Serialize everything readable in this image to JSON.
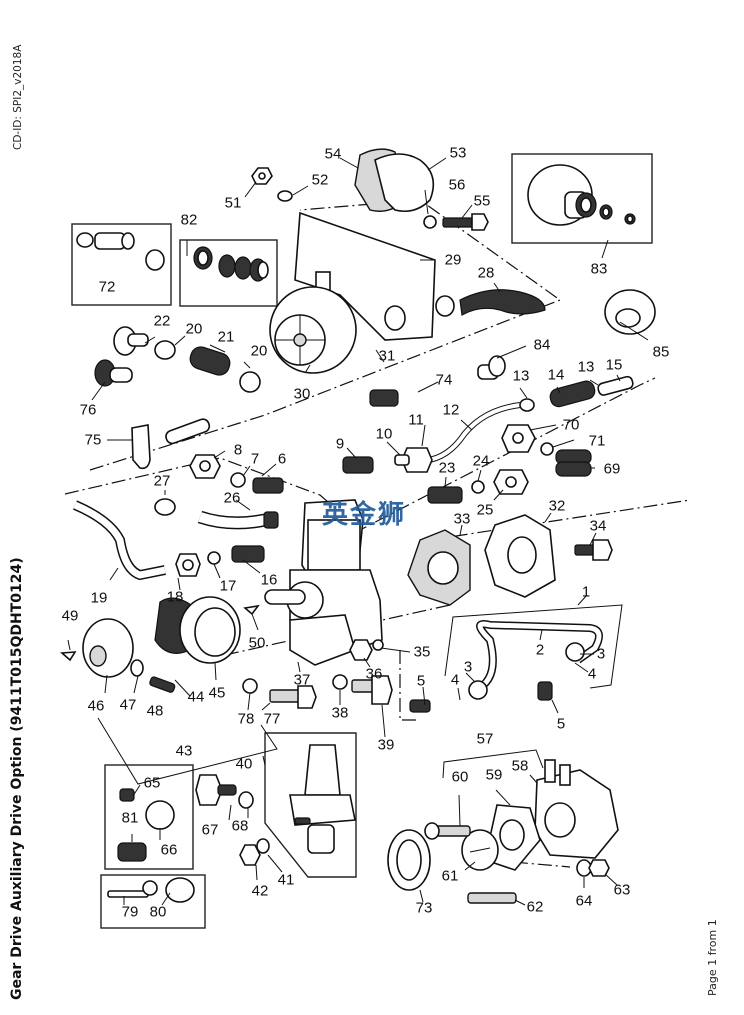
{
  "document": {
    "cd_id": "CD-ID: SPI2_v2018A",
    "title": "Gear Drive Auxiliary Drive Option (9411T015QDHT0124)",
    "page_indicator": "Page 1 from 1",
    "watermark": "英金狮",
    "watermark_color": "#1f5a9a"
  },
  "callouts": [
    {
      "id": "c1",
      "label": "1"
    },
    {
      "id": "c2",
      "label": "2"
    },
    {
      "id": "c3a",
      "label": "3"
    },
    {
      "id": "c3b",
      "label": "3"
    },
    {
      "id": "c4a",
      "label": "4"
    },
    {
      "id": "c4b",
      "label": "4"
    },
    {
      "id": "c5a",
      "label": "5"
    },
    {
      "id": "c5b",
      "label": "5"
    },
    {
      "id": "c6",
      "label": "6"
    },
    {
      "id": "c7",
      "label": "7"
    },
    {
      "id": "c8",
      "label": "8"
    },
    {
      "id": "c9",
      "label": "9"
    },
    {
      "id": "c10",
      "label": "10"
    },
    {
      "id": "c11",
      "label": "11"
    },
    {
      "id": "c12",
      "label": "12"
    },
    {
      "id": "c13a",
      "label": "13"
    },
    {
      "id": "c13b",
      "label": "13"
    },
    {
      "id": "c14",
      "label": "14"
    },
    {
      "id": "c15",
      "label": "15"
    },
    {
      "id": "c16",
      "label": "16"
    },
    {
      "id": "c17",
      "label": "17"
    },
    {
      "id": "c18",
      "label": "18"
    },
    {
      "id": "c19",
      "label": "19"
    },
    {
      "id": "c20a",
      "label": "20"
    },
    {
      "id": "c20b",
      "label": "20"
    },
    {
      "id": "c21",
      "label": "21"
    },
    {
      "id": "c22",
      "label": "22"
    },
    {
      "id": "c23",
      "label": "23"
    },
    {
      "id": "c24",
      "label": "24"
    },
    {
      "id": "c25",
      "label": "25"
    },
    {
      "id": "c26",
      "label": "26"
    },
    {
      "id": "c27",
      "label": "27"
    },
    {
      "id": "c28",
      "label": "28"
    },
    {
      "id": "c29",
      "label": "29"
    },
    {
      "id": "c30",
      "label": "30"
    },
    {
      "id": "c31",
      "label": "31"
    },
    {
      "id": "c32",
      "label": "32"
    },
    {
      "id": "c33",
      "label": "33"
    },
    {
      "id": "c34",
      "label": "34"
    },
    {
      "id": "c35",
      "label": "35"
    },
    {
      "id": "c36",
      "label": "36"
    },
    {
      "id": "c37",
      "label": "37"
    },
    {
      "id": "c38",
      "label": "38"
    },
    {
      "id": "c39",
      "label": "39"
    },
    {
      "id": "c40",
      "label": "40"
    },
    {
      "id": "c41",
      "label": "41"
    },
    {
      "id": "c42",
      "label": "42"
    },
    {
      "id": "c43",
      "label": "43"
    },
    {
      "id": "c44",
      "label": "44"
    },
    {
      "id": "c45",
      "label": "45"
    },
    {
      "id": "c46",
      "label": "46"
    },
    {
      "id": "c47",
      "label": "47"
    },
    {
      "id": "c48",
      "label": "48"
    },
    {
      "id": "c49",
      "label": "49"
    },
    {
      "id": "c50",
      "label": "50"
    },
    {
      "id": "c51",
      "label": "51"
    },
    {
      "id": "c52",
      "label": "52"
    },
    {
      "id": "c53",
      "label": "53"
    },
    {
      "id": "c54",
      "label": "54"
    },
    {
      "id": "c55",
      "label": "55"
    },
    {
      "id": "c56",
      "label": "56"
    },
    {
      "id": "c57",
      "label": "57"
    },
    {
      "id": "c58",
      "label": "58"
    },
    {
      "id": "c59",
      "label": "59"
    },
    {
      "id": "c60",
      "label": "60"
    },
    {
      "id": "c61",
      "label": "61"
    },
    {
      "id": "c62",
      "label": "62"
    },
    {
      "id": "c63",
      "label": "63"
    },
    {
      "id": "c64",
      "label": "64"
    },
    {
      "id": "c65",
      "label": "65"
    },
    {
      "id": "c66",
      "label": "66"
    },
    {
      "id": "c67",
      "label": "67"
    },
    {
      "id": "c68",
      "label": "68"
    },
    {
      "id": "c69",
      "label": "69"
    },
    {
      "id": "c70",
      "label": "70"
    },
    {
      "id": "c71",
      "label": "71"
    },
    {
      "id": "c72",
      "label": "72"
    },
    {
      "id": "c73",
      "label": "73"
    },
    {
      "id": "c74",
      "label": "74"
    },
    {
      "id": "c75",
      "label": "75"
    },
    {
      "id": "c76",
      "label": "76"
    },
    {
      "id": "c77",
      "label": "77"
    },
    {
      "id": "c78",
      "label": "78"
    },
    {
      "id": "c79",
      "label": "79"
    },
    {
      "id": "c80",
      "label": "80"
    },
    {
      "id": "c81",
      "label": "81"
    },
    {
      "id": "c82",
      "label": "82"
    },
    {
      "id": "c83",
      "label": "83"
    },
    {
      "id": "c84",
      "label": "84"
    },
    {
      "id": "c85",
      "label": "85"
    }
  ]
}
